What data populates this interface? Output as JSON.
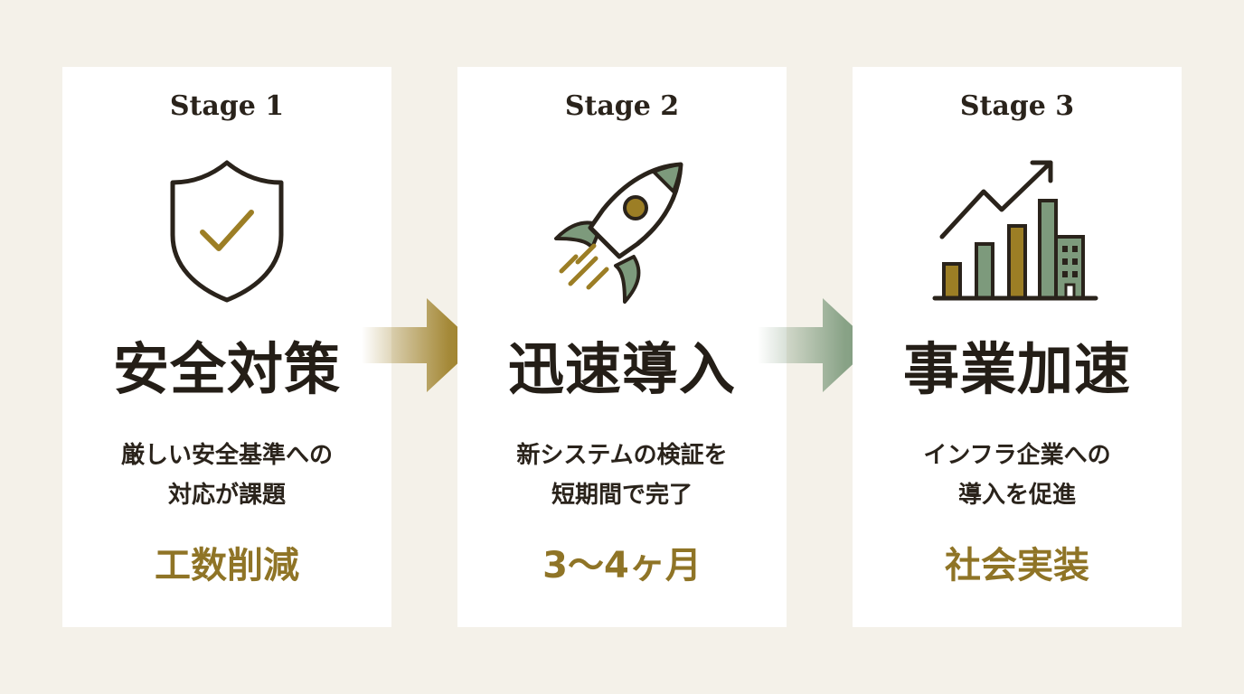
{
  "stages": [
    {
      "label": "Stage 1",
      "icon": "shield-check-icon",
      "title": "安全対策",
      "description": "厳しい安全基準への\n対応が課題",
      "result": "工数削減"
    },
    {
      "label": "Stage 2",
      "icon": "rocket-icon",
      "title": "迅速導入",
      "description": "新システムの検証を\n短期間で完了",
      "result": "3〜4ヶ月"
    },
    {
      "label": "Stage 3",
      "icon": "growth-chart-icon",
      "title": "事業加速",
      "description": "インフラ企業への\n導入を促進",
      "result": "社会実装"
    }
  ],
  "colors": {
    "background": "#f4f1e9",
    "card": "#ffffff",
    "ink": "#2a231b",
    "gold": "#9c7e25",
    "sage": "#7d9a7c",
    "result": "#8f7426"
  }
}
